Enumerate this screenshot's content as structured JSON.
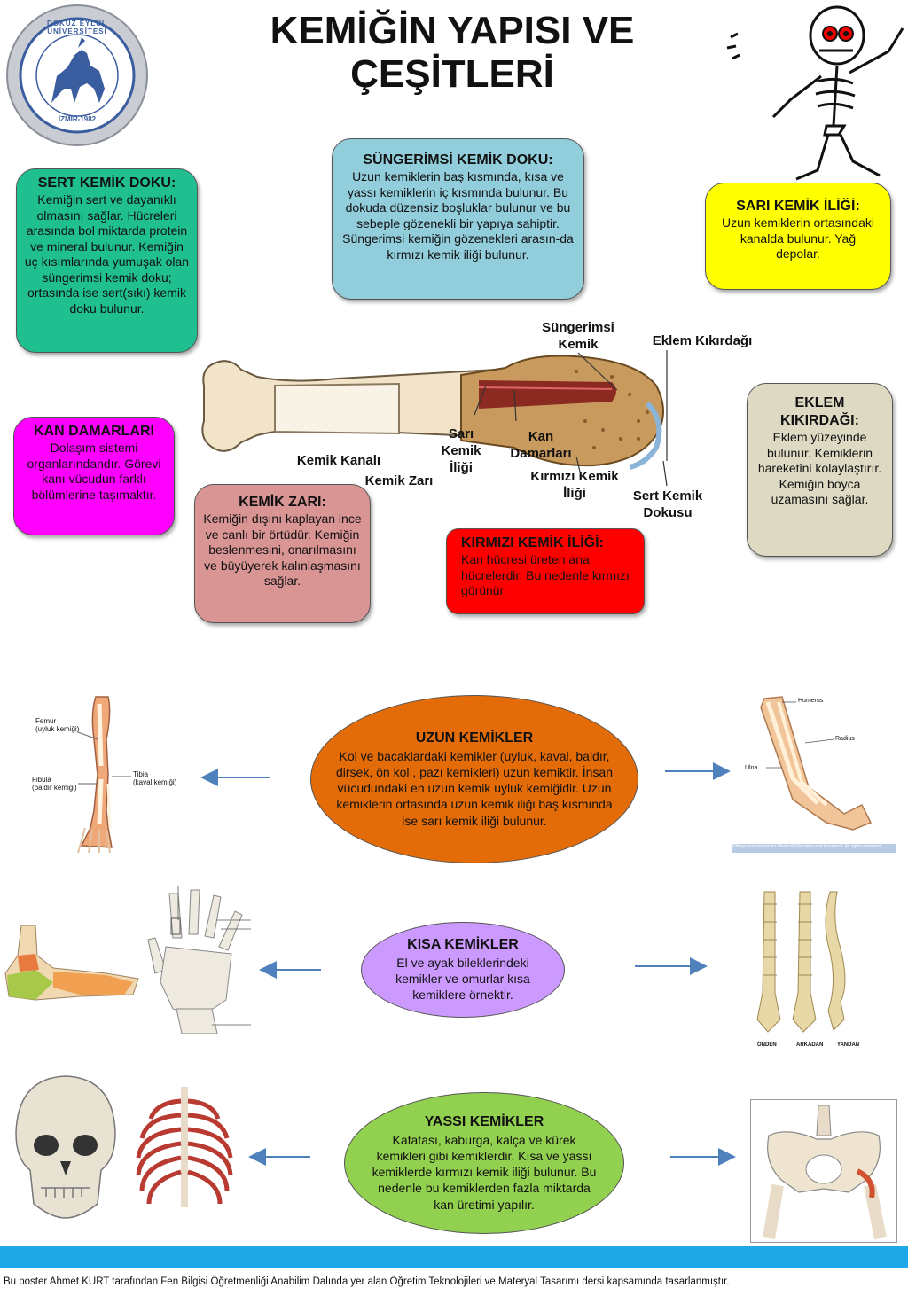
{
  "title": {
    "line1": "KEMİĞİN YAPISI VE",
    "line2": "ÇEŞİTLERİ"
  },
  "logo": {
    "text_top": "DOKUZ EYLÜL ÜNİVERSİTESİ",
    "text_bottom": "İZMİR-1982"
  },
  "boxes": {
    "sert": {
      "heading": "SERT KEMİK DOKU:",
      "body": "Kemiğin sert ve dayanıklı olmasını sağlar. Hücreleri arasında bol miktarda protein ve mineral bulunur. Kemiğin uç kısımlarında yumuşak olan süngerimsi kemik doku; ortasında ise sert(sıkı) kemik doku bulunur."
    },
    "sungerimsi": {
      "heading": "SÜNGERİMSİ KEMİK DOKU:",
      "body": "Uzun kemiklerin baş kısmında, kısa ve yassı kemiklerin iç kısmında bulunur. Bu dokuda düzensiz boşluklar bulunur ve bu sebeple gözenekli bir yapıya sahiptir. Süngerimsi kemiğin gözenekleri arasın-da kırmızı kemik iliği bulunur."
    },
    "sari": {
      "heading": "SARI KEMİK İLİĞİ:",
      "body": "Uzun kemiklerin ortasındaki kanalda bulunur. Yağ depolar."
    },
    "kan": {
      "heading": "KAN DAMARLARI",
      "body": "Dolaşım sistemi organlarındandır. Görevi kanı vücudun farklı bölümlerine taşımaktır."
    },
    "zar": {
      "heading": "KEMİK ZARI:",
      "body": "Kemiğin dışını kaplayan ince ve canlı bir örtüdür. Kemiğin beslenmesini, onarılmasını ve büyüyerek kalınlaşmasını sağlar."
    },
    "kirmizi": {
      "heading": "KIRMIZI KEMİK İLİĞİ:",
      "body": "Kan hücresi üreten ana hücrelerdir. Bu nedenle kırmızı görünür."
    },
    "eklem": {
      "heading": "EKLEM KIKIRDAĞI:",
      "body": "Eklem yüzeyinde bulunur. Kemiklerin hareketini kolaylaştırır. Kemiğin boyca uzamasını sağlar."
    }
  },
  "bone_labels": {
    "sungerimsi": "Süngerimsi Kemik",
    "eklem": "Eklem Kıkırdağı",
    "sari": "Sarı Kemik İliği",
    "kan": "Kan Damarları",
    "kanal": "Kemik Kanalı",
    "zar": "Kemik Zarı",
    "kirmizi": "Kırmızı Kemik İliği",
    "sert": "Sert Kemik Dokusu"
  },
  "types": {
    "uzun": {
      "heading": "UZUN KEMİKLER",
      "body": "Kol ve bacaklardaki kemikler (uyluk, kaval, baldır, dirsek, ön kol , pazı kemikleri) uzun kemiktir. İnsan vücudundaki en uzun kemik uyluk kemiğidir. Uzun kemiklerin ortasında uzun kemik iliği baş kısmında ise sarı kemik iliği bulunur."
    },
    "kisa": {
      "heading": "KISA KEMİKLER",
      "body": "El ve ayak bileklerindeki kemikler ve omurlar kısa kemiklere örnektir."
    },
    "yassi": {
      "heading": "YASSI KEMİKLER",
      "body": "Kafatası, kaburga, kalça ve kürek kemikleri gibi kemiklerdir.  Kısa ve yassı kemiklerde kırmızı kemik iliği bulunur. Bu nedenle bu kemiklerden fazla miktarda kan üretimi yapılır."
    }
  },
  "leg_labels": {
    "femur": "Femur",
    "femur_tr": "(uyluk kemiği)",
    "fibula": "Fibula",
    "fibula_tr": "(baldır kemiği)",
    "tibia": "Tibia",
    "tibia_tr": "(kaval kemiği)"
  },
  "arm_labels": {
    "humerus": "Humerus",
    "radius": "Radius",
    "ulna": "Ulna",
    "credit": "©Mayo Foundation for Medical Education and Research.  All rights reserved."
  },
  "spine_labels": {
    "onden": "ÖNDEN",
    "arkadan": "ARKADAN",
    "yandan": "YANDAN"
  },
  "footer": "Bu poster Ahmet KURT tarafından  Fen Bilgisi Öğretmenliği Anabilim Dalında yer alan  Öğretim Teknolojileri ve Materyal Tasarımı dersi kapsamında tasarlanmıştır.",
  "colors": {
    "sert": "#1fbf8f",
    "sungerimsi": "#92cddc",
    "sari": "#ffff00",
    "kan": "#ff00ff",
    "zar": "#d99594",
    "kirmizi": "#ff0000",
    "eklem": "#ddd9c3",
    "uzun": "#e36c09",
    "kisa": "#cc99ff",
    "yassi": "#92d050",
    "footer_bar": "#1ea9e6"
  }
}
